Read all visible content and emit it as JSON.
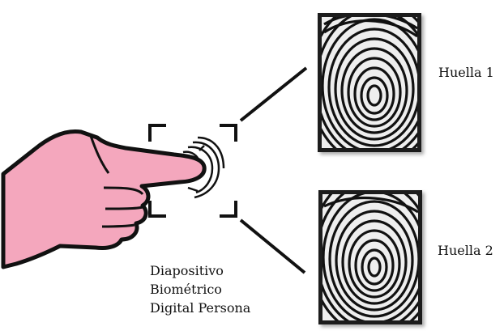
{
  "labels": {
    "print1": "Huella 1",
    "print2": "Huella 2",
    "device_line1": "Diapositivo",
    "device_line2": "Biométrico",
    "device_line3": "Digital Persona"
  },
  "colors": {
    "hand_fill": "#f4a7bd",
    "outline": "#111111",
    "print_frame": "#1a1a1a",
    "print_bg": "#eeeeee"
  }
}
